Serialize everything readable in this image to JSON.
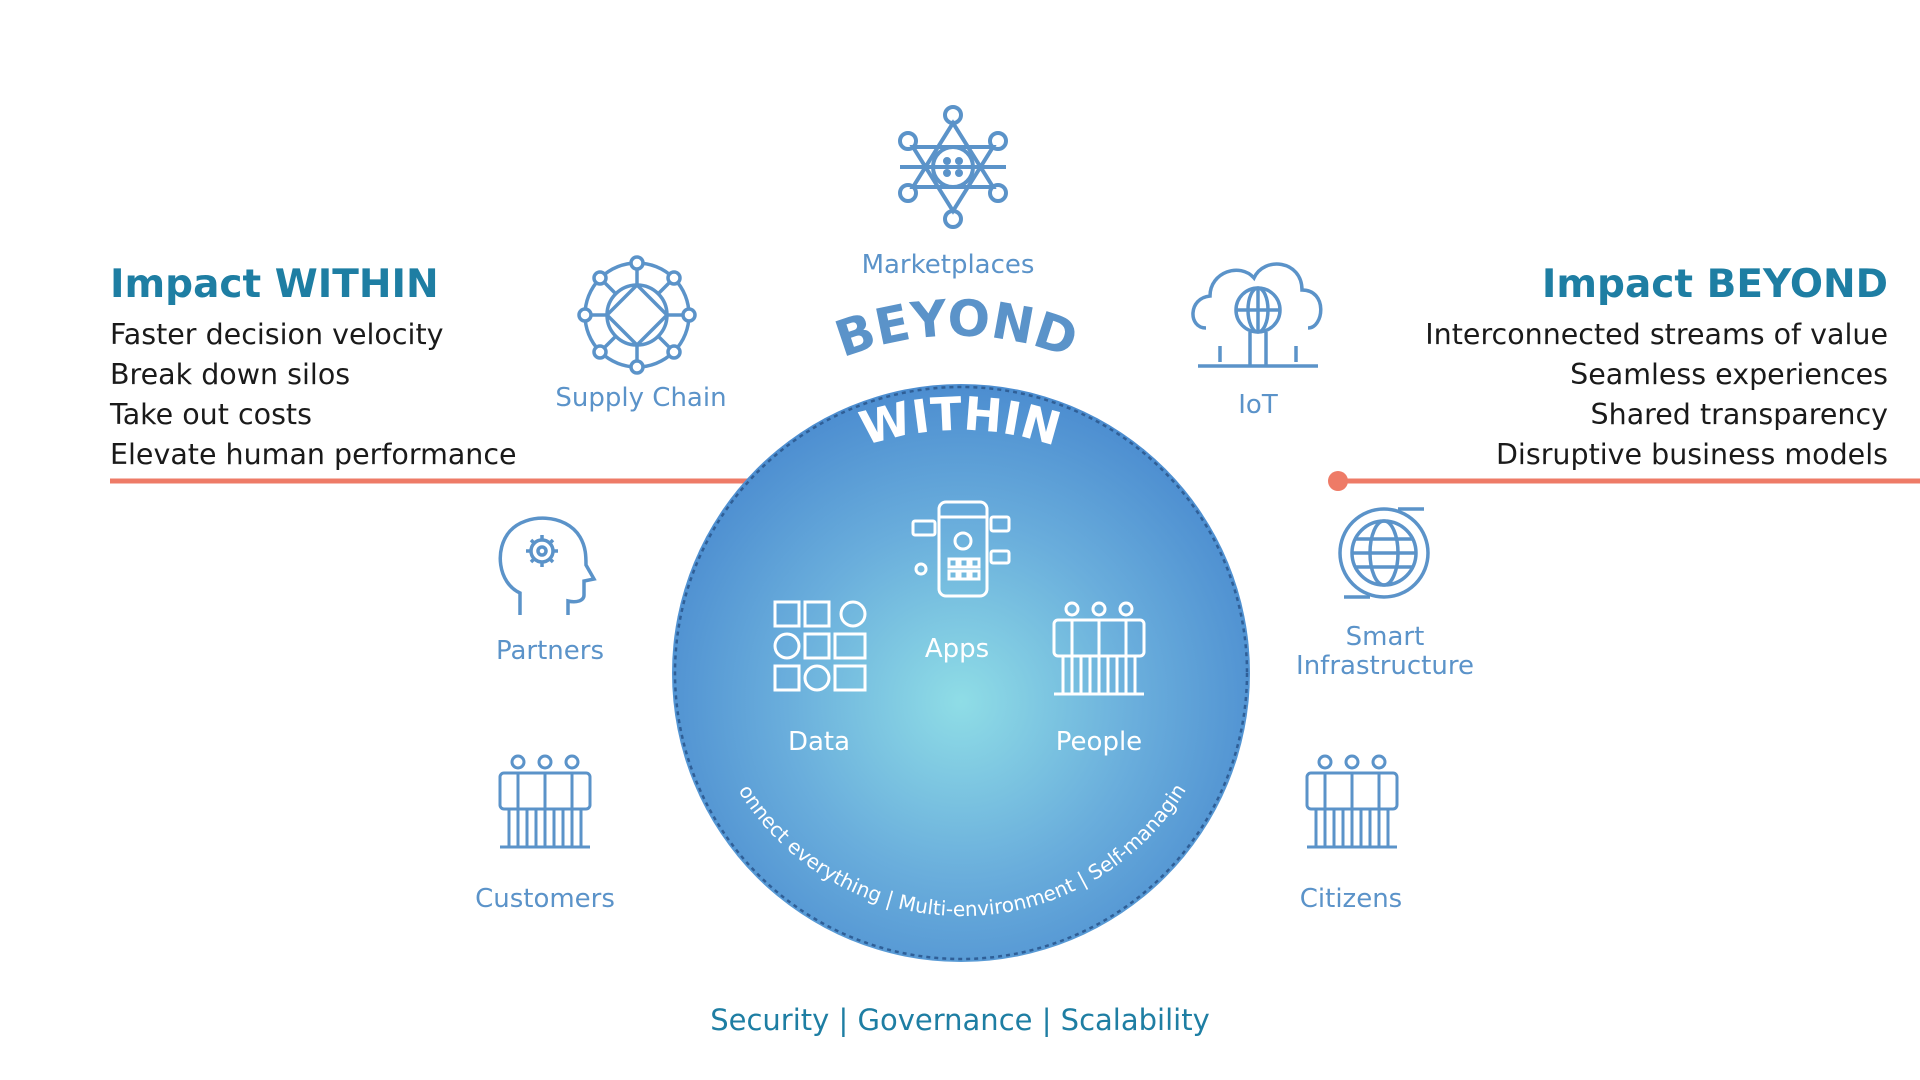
{
  "impact_within": {
    "title": "Impact WITHIN",
    "items": [
      "Faster decision velocity",
      "Break down silos",
      "Take out costs",
      "Elevate human performance"
    ]
  },
  "impact_beyond": {
    "title": "Impact BEYOND",
    "items": [
      "Interconnected streams of value",
      "Seamless experiences",
      "Shared transparency",
      "Disruptive business models"
    ]
  },
  "ring_labels": {
    "beyond": "BEYOND",
    "within": "WITHIN"
  },
  "outer_nodes": {
    "marketplaces": "Marketplaces",
    "supply_chain": "Supply Chain",
    "iot": "IoT",
    "partners": "Partners",
    "smart_infrastructure_line1": "Smart",
    "smart_infrastructure_line2": "Infrastructure",
    "customers": "Customers",
    "citizens": "Citizens"
  },
  "inner_nodes": {
    "apps": "Apps",
    "data": "Data",
    "people": "People"
  },
  "arc_text": "Connect everything | Multi-environment | Self-managing",
  "footer": "Security | Governance | Scalability",
  "colors": {
    "accent_teal": "#1e7ea3",
    "icon_blue": "#5b93c9",
    "connector_red": "#ee7b67",
    "circle_center": "#88d8e6",
    "circle_edge": "#4d8fd0"
  },
  "icons": [
    "network-star-icon",
    "geodesic-sphere-icon",
    "cloud-globe-icon",
    "head-gear-icon",
    "globe-icon",
    "people-group-icon",
    "phone-apps-icon",
    "data-grid-icon"
  ]
}
